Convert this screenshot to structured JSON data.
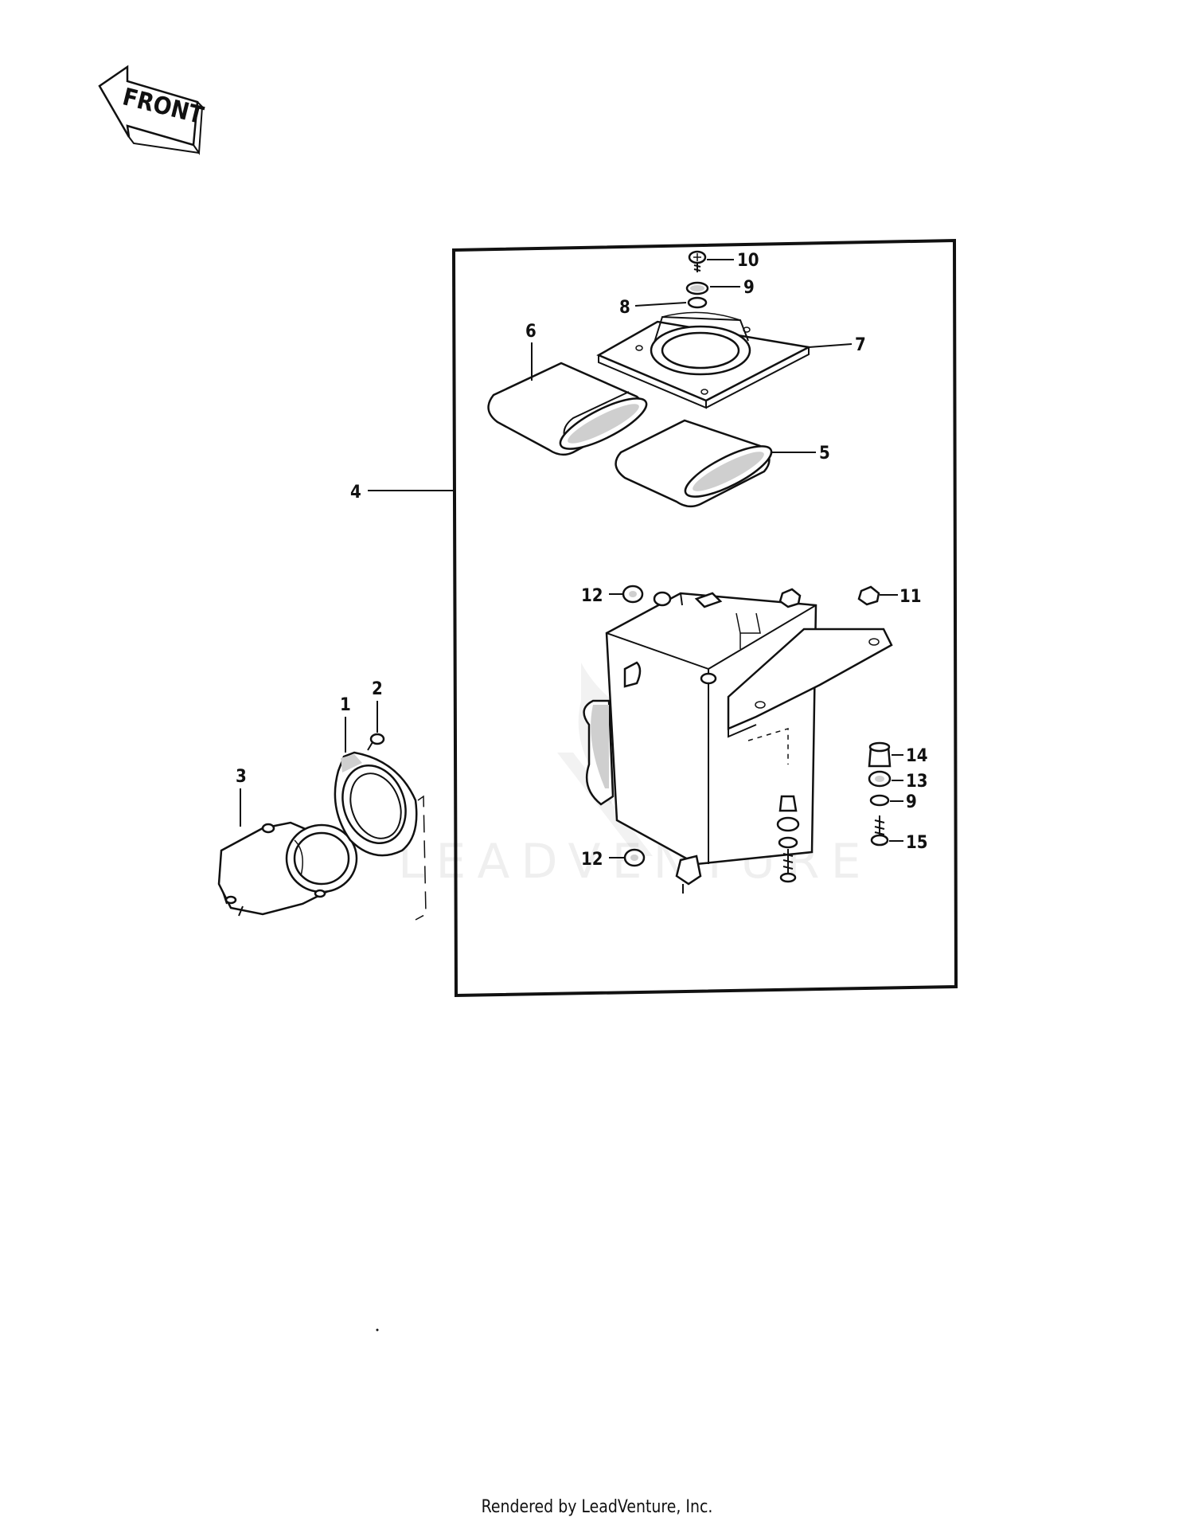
{
  "front_label": "FRONT",
  "watermark": "LEADVENTURE",
  "footer": "Rendered by LeadVenture, Inc.",
  "callouts": {
    "c1": "1",
    "c2": "2",
    "c3": "3",
    "c4": "4",
    "c5": "5",
    "c6": "6",
    "c7": "7",
    "c8": "8",
    "c9a": "9",
    "c9b": "9",
    "c10": "10",
    "c11": "11",
    "c12a": "12",
    "c12b": "12",
    "c13": "13",
    "c14": "14",
    "c15": "15"
  }
}
